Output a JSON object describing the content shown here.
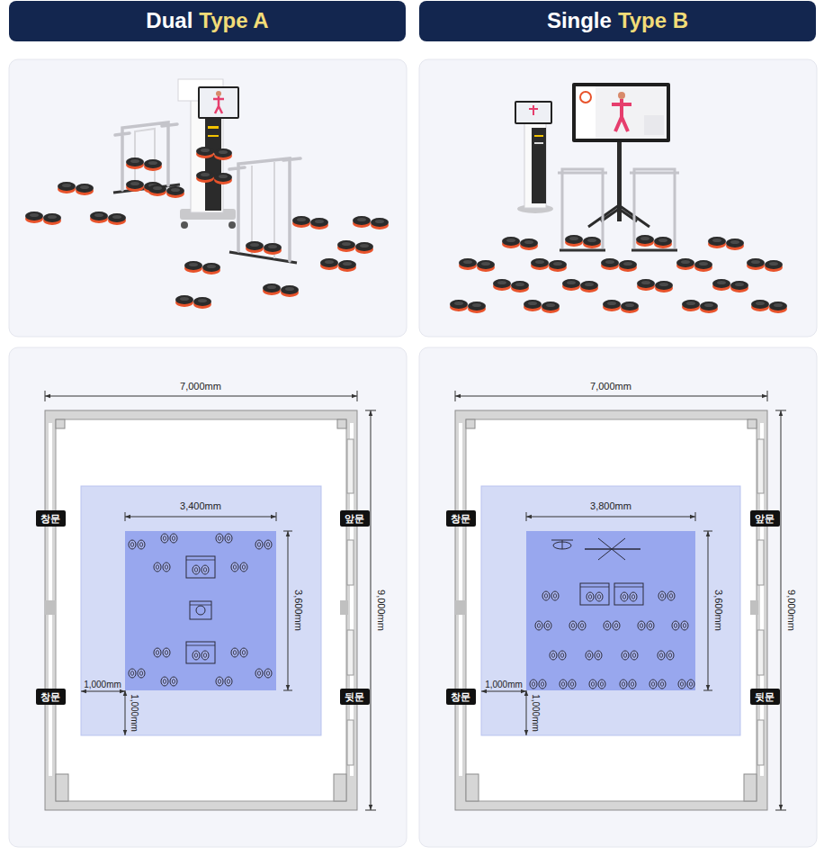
{
  "diagram": {
    "nodes": [
      {
        "text": [
          "Dual",
          "Type A"
        ]
      },
      {
        "text": [
          "Single",
          "Type B"
        ]
      },
      {
        "text": [
          "창문"
        ]
      },
      {
        "text": [
          "앞문"
        ]
      },
      {
        "text": [
          "창문"
        ]
      },
      {
        "text": [
          "뒷문"
        ]
      },
      {
        "text": [
          "창문"
        ]
      },
      {
        "text": [
          "앞문"
        ]
      },
      {
        "text": [
          "창문"
        ]
      },
      {
        "text": [
          "뒷문"
        ]
      }
    ],
    "labels": [
      "7,000mm",
      "3,400mm",
      "3,600mm",
      "9,000mm",
      "1,000mm",
      "1,000mm",
      "7,000mm",
      "3,800mm",
      "3,600mm",
      "9,000mm",
      "1,000mm",
      "1,000mm"
    ]
  }
}
